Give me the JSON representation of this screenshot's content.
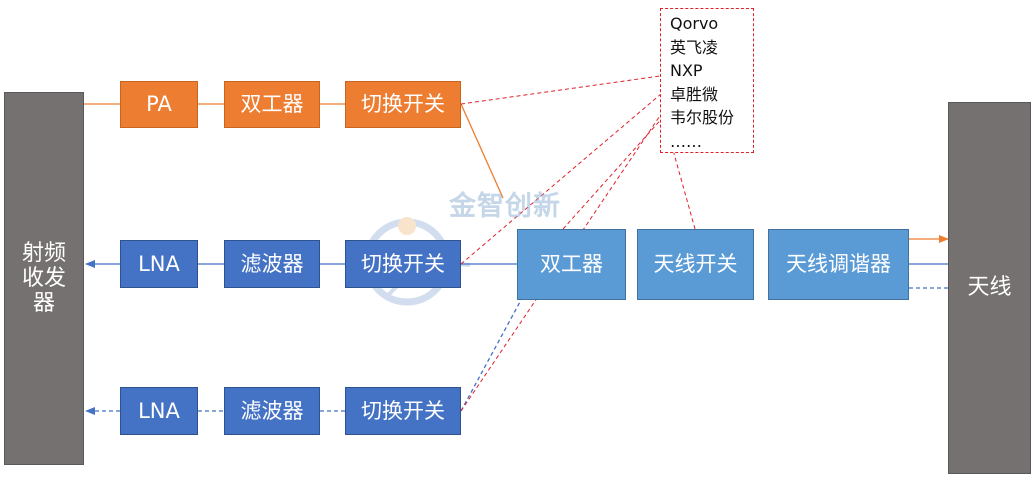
{
  "transceiver": {
    "label": "射频\n收发\n器"
  },
  "antenna": {
    "label": "天线"
  },
  "tx_path": {
    "pa": "PA",
    "duplexer": "双工器",
    "switch": "切换开关"
  },
  "rx_path_1": {
    "lna": "LNA",
    "filter": "滤波器",
    "switch": "切换开关"
  },
  "rx_path_2": {
    "lna": "LNA",
    "filter": "滤波器",
    "switch": "切换开关"
  },
  "front_end": {
    "duplexer": "双工器",
    "antenna_switch": "天线开关",
    "antenna_tuner": "天线调谐器"
  },
  "vendors": [
    "Qorvo",
    "英飞凌",
    "NXP",
    "卓胜微",
    "韦尔股份",
    "……"
  ],
  "watermark": {
    "text": "金智创新"
  },
  "colors": {
    "orange": "#ED7D31",
    "blue": "#4472C4",
    "light_blue": "#5B9BD5",
    "gray": "#767171",
    "red_dashed": "#E0202A"
  }
}
